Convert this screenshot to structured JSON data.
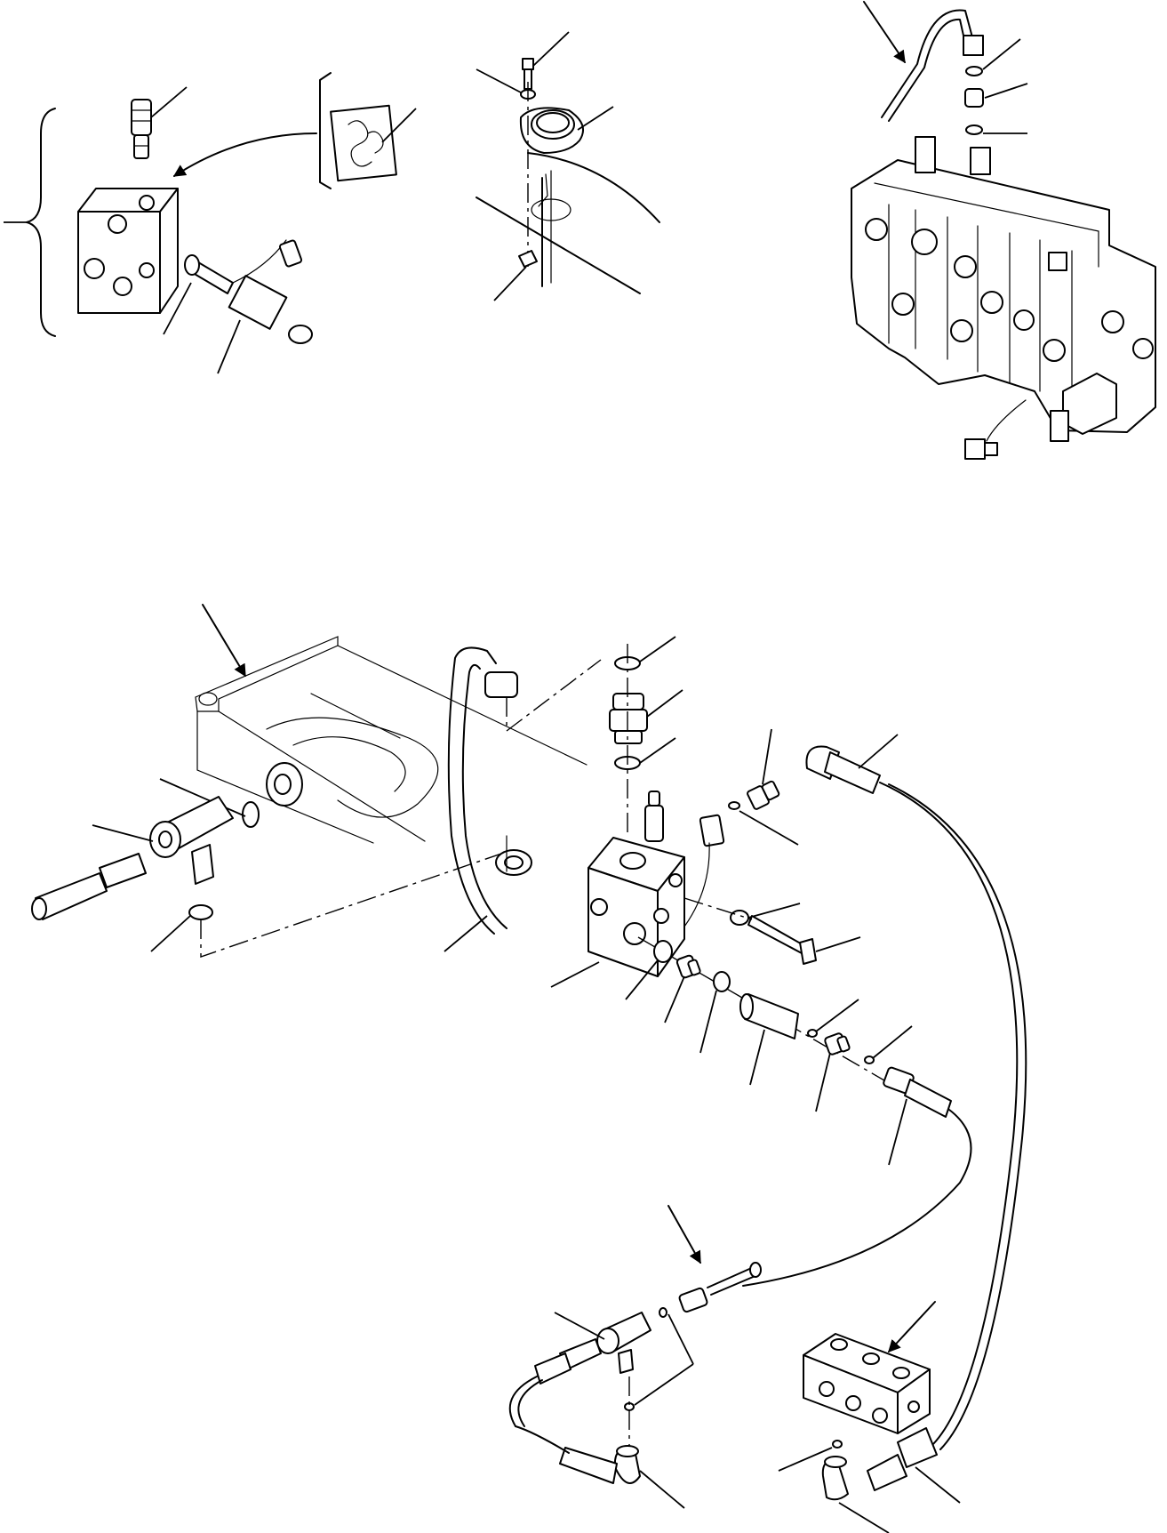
{
  "figure": {
    "kind": "exploded parts diagram",
    "labels": []
  },
  "views": [
    {
      "id": "valve-block-assembly-view"
    },
    {
      "id": "floor-cover-view"
    },
    {
      "id": "control-valve-view"
    },
    {
      "id": "hydraulic-piping-view"
    },
    {
      "id": "tee-fitting-view"
    },
    {
      "id": "port-block-view"
    }
  ]
}
